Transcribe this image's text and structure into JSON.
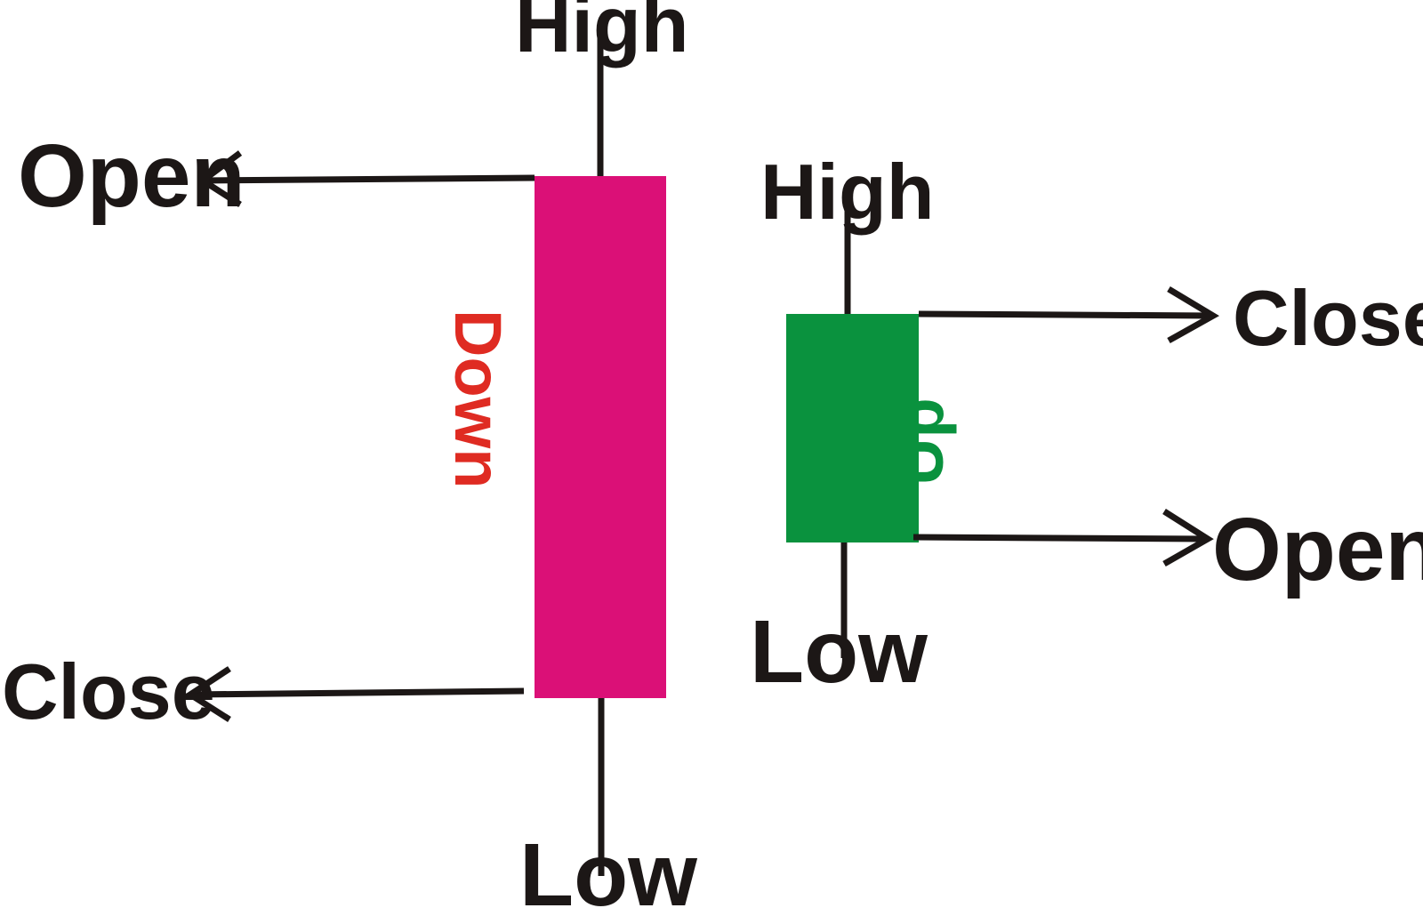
{
  "colors": {
    "line": "#1c1716",
    "bearish_body": "#db1077",
    "bullish_body": "#0a923e",
    "bearish_text": "#df2b22",
    "bullish_text": "#0a923e"
  },
  "bearish_candle": {
    "high_label": "High",
    "low_label": "Low",
    "open_label": "Open",
    "close_label": "Close",
    "direction_label": "Down"
  },
  "bullish_candle": {
    "high_label": "High",
    "low_label": "Low",
    "open_label": "Open",
    "close_label": "Close",
    "direction_label": "Up"
  }
}
